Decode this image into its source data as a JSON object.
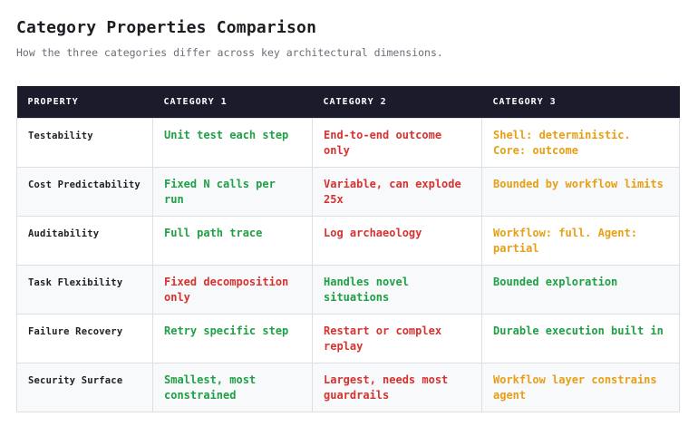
{
  "title": "Category Properties Comparison",
  "subtitle": "How the three categories differ across key architectural dimensions.",
  "colors": {
    "header_bg": "#1c1b2b",
    "good": "#1fa045",
    "bad": "#d8322f",
    "mixed": "#e79f14"
  },
  "table": {
    "headers": [
      "PROPERTY",
      "CATEGORY 1",
      "CATEGORY 2",
      "CATEGORY 3"
    ],
    "rows": [
      {
        "property": "Testability",
        "cells": [
          {
            "text": "Unit test each step",
            "tone": "good"
          },
          {
            "text": "End-to-end outcome only",
            "tone": "bad"
          },
          {
            "text": "Shell: deterministic. Core: outcome",
            "tone": "mixed"
          }
        ]
      },
      {
        "property": "Cost Predictability",
        "cells": [
          {
            "text": "Fixed N calls per run",
            "tone": "good"
          },
          {
            "text": "Variable, can explode 25x",
            "tone": "bad"
          },
          {
            "text": "Bounded by workflow limits",
            "tone": "mixed"
          }
        ]
      },
      {
        "property": "Auditability",
        "cells": [
          {
            "text": "Full path trace",
            "tone": "good"
          },
          {
            "text": "Log archaeology",
            "tone": "bad"
          },
          {
            "text": "Workflow: full. Agent: partial",
            "tone": "mixed"
          }
        ]
      },
      {
        "property": "Task Flexibility",
        "cells": [
          {
            "text": "Fixed decomposition only",
            "tone": "bad"
          },
          {
            "text": "Handles novel situations",
            "tone": "good"
          },
          {
            "text": "Bounded exploration",
            "tone": "good"
          }
        ]
      },
      {
        "property": "Failure Recovery",
        "cells": [
          {
            "text": "Retry specific step",
            "tone": "good"
          },
          {
            "text": "Restart or complex replay",
            "tone": "bad"
          },
          {
            "text": "Durable execution built in",
            "tone": "good"
          }
        ]
      },
      {
        "property": "Security Surface",
        "cells": [
          {
            "text": "Smallest, most constrained",
            "tone": "good"
          },
          {
            "text": "Largest, needs most guardrails",
            "tone": "bad"
          },
          {
            "text": "Workflow layer constrains agent",
            "tone": "mixed"
          }
        ]
      }
    ]
  }
}
